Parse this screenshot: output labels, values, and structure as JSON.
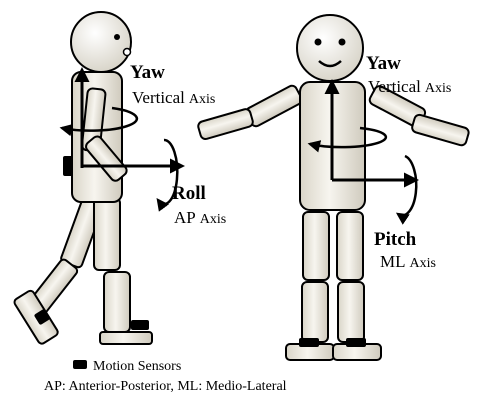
{
  "colors": {
    "body_fill": "#f1eee6",
    "body_stroke": "#000000",
    "axis": "#000000",
    "sensor": "#000000"
  },
  "side_figure": {
    "yaw": {
      "title": "Yaw",
      "axis_name": "Vertical",
      "axis_word": "Axis"
    },
    "roll": {
      "title": "Roll",
      "axis_name": "AP",
      "axis_word": "Axis"
    }
  },
  "front_figure": {
    "yaw": {
      "title": "Yaw",
      "axis_name": "Vertical",
      "axis_word": "Axis"
    },
    "pitch": {
      "title": "Pitch",
      "axis_name": "ML",
      "axis_word": "Axis"
    }
  },
  "legend": {
    "sensor_label": "Motion Sensors"
  },
  "footnote": "AP: Anterior-Posterior, ML: Medio-Lateral"
}
